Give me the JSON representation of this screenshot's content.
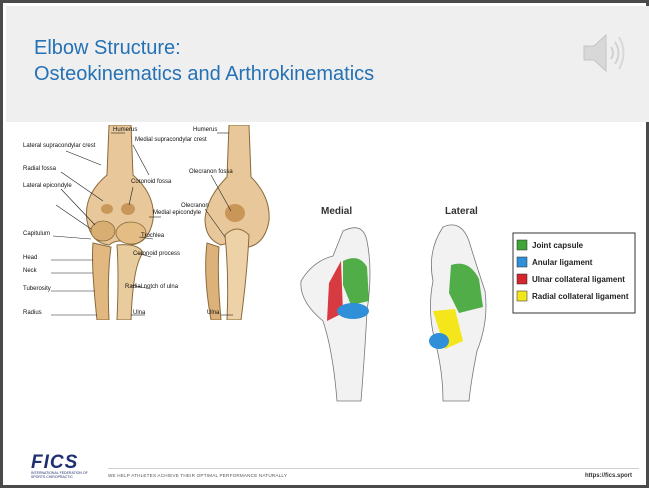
{
  "slide": {
    "title_line1": "Elbow Structure:",
    "title_line2": "Osteokinematics and Arthrokinematics",
    "speaker_icon": "speaker-audio-icon"
  },
  "left_figure": {
    "labels": {
      "lateral_supracondylar_crest": "Lateral supracondylar crest",
      "humerus_front": "Humerus",
      "medial_supracondylar_crest": "Medial supracondylar crest",
      "radial_fossa": "Radial fossa",
      "coronoid_fossa": "Coronoid fossa",
      "lateral_epicondyle": "Lateral epicondyle",
      "medial_epicondyle": "Medial epicondyle",
      "capitulum": "Capitulum",
      "trochlea": "Trochlea",
      "head": "Head",
      "neck": "Neck",
      "coronoid_process": "Coronoid process",
      "tuberosity": "Tuberosity",
      "radial_notch": "Radial notch of ulna",
      "radius": "Radius",
      "ulna_front": "Ulna",
      "humerus_back": "Humerus",
      "olecranon_fossa": "Olecranon fossa",
      "olecranon": "Olecranon",
      "ulna_back": "Ulna"
    }
  },
  "right_figure": {
    "medial_label": "Medial",
    "lateral_label": "Lateral",
    "legend": [
      {
        "label": "Joint capsule",
        "color": "#3fa534"
      },
      {
        "label": "Anular ligament",
        "color": "#2f8fd8"
      },
      {
        "label": "Ulnar collateral ligament",
        "color": "#d4262c"
      },
      {
        "label": "Radial collateral ligament",
        "color": "#f5e61c"
      }
    ]
  },
  "footer": {
    "logo_text": "FICS",
    "logo_subtext": "INTERNATIONAL FEDERATION OF SPORTS CHIROPRACTIC",
    "tagline": "WE HELP ATHLETES ACHIEVE THEIR OPTIMAL PERFORMANCE NATURALLY",
    "url": "https://fics.sport"
  }
}
